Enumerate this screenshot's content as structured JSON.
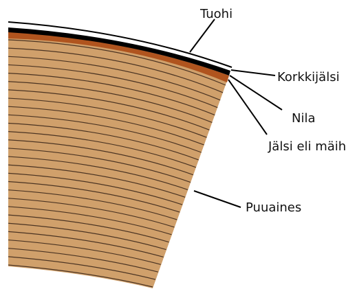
{
  "labels": {
    "tuohi": "Tuohi",
    "korkkijalsi": "Korkkijälsi",
    "nila": "Nila",
    "jalsi": "Jälsi eli mäihä",
    "puuaines": "Puuaines"
  },
  "colors": {
    "wood": "#d0a06b",
    "rings": "#4a3322",
    "phloem": "#b0541e",
    "cork": "#000000",
    "bark_outline": "#000000",
    "leader": "#000000",
    "background": "#ffffff"
  },
  "ring_count": 28
}
